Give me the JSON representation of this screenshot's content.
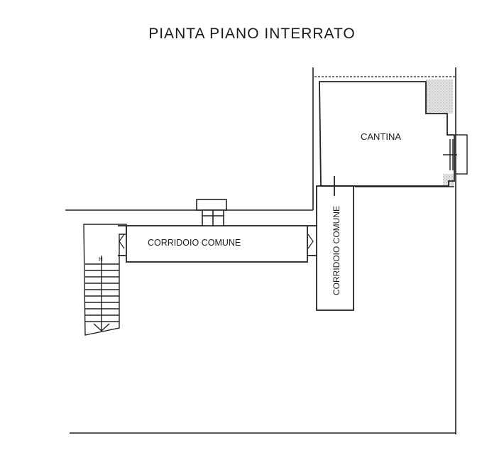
{
  "title": "PIANTA PIANO INTERRATO",
  "rooms": {
    "cantina": "CANTINA",
    "corridoio_orizzontale": "CORRIDOIO COMUNE",
    "corridoio_verticale": "CORRIDOIO COMUNE"
  },
  "stair_mark": "H"
}
